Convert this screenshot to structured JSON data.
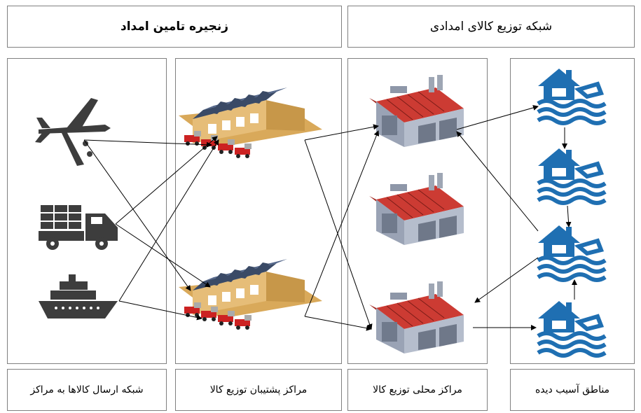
{
  "headers": {
    "supply_chain": "زنجیره تامین امداد",
    "distribution_network": "شبکه توزیع کالای امدادی"
  },
  "columns": {
    "shipping": "شبکه ارسال کالاها به مراکز",
    "backup_centers": "مراکز پشتیبان توزیع کالا",
    "local_centers": "مراکز محلی توزیع کالا",
    "affected_areas": "مناطق آسیب دیده"
  },
  "icons": {
    "transport": [
      "airplane-icon",
      "truck-icon",
      "ship-icon"
    ],
    "backup": [
      "warehouse-with-trucks-icon",
      "warehouse-with-trucks-icon"
    ],
    "local": [
      "depot-icon",
      "depot-icon",
      "depot-icon"
    ],
    "affected": [
      "flooded-house-icon",
      "flooded-house-icon",
      "flooded-house-icon",
      "flooded-house-icon"
    ]
  },
  "colors": {
    "roof_red": "#c0392b",
    "flood_blue": "#1f6fb2",
    "wall_tan": "#e0b874",
    "panel_blue": "#3a4a66",
    "arrow": "#000000"
  }
}
